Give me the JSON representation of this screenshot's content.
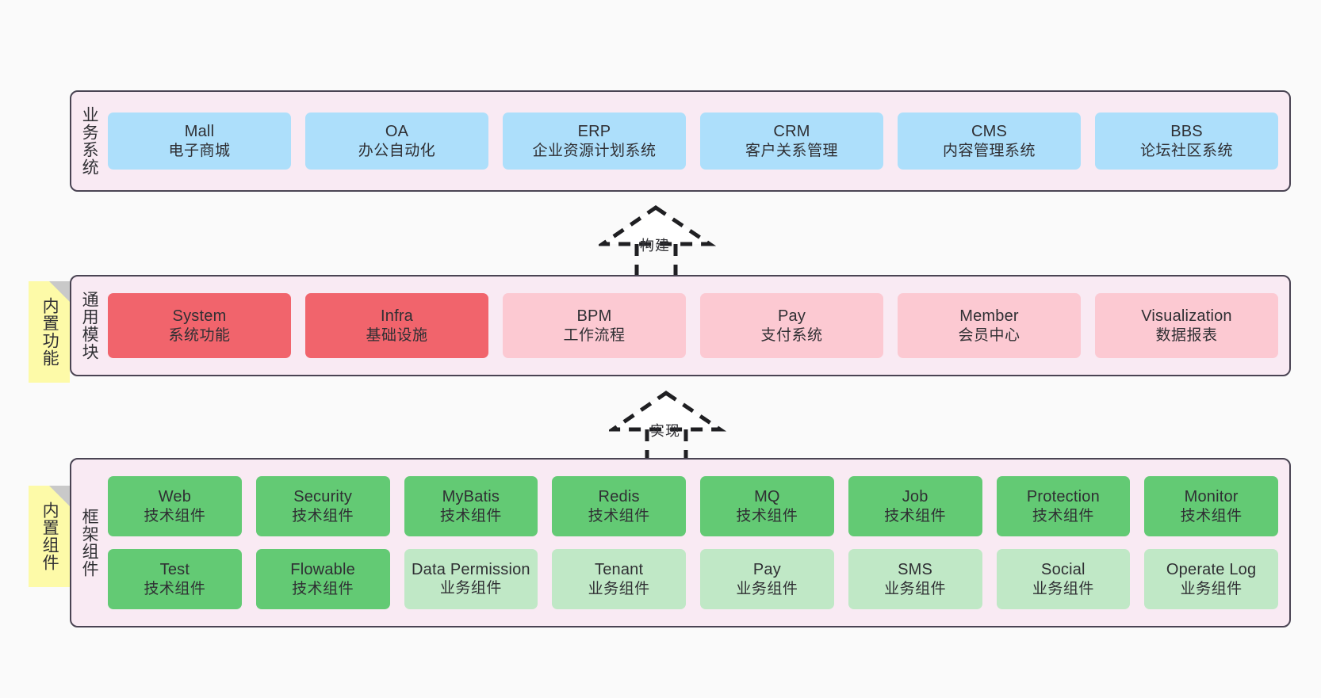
{
  "diagram": {
    "background": "#fafafa",
    "layer_fill": "#f9eaf3",
    "layer_border": "#4a4453",
    "note_fill": "#fdfaa8",
    "colors": {
      "business": "#addffb",
      "module_active": "#f1646c",
      "module_plain": "#fcc9d2",
      "tech_component": "#63ca74",
      "biz_component": "#c0e8c6"
    }
  },
  "layers": [
    {
      "id": "business-systems",
      "title": "业务系统",
      "note": null,
      "rows": [
        {
          "cards": [
            {
              "en": "Mall",
              "cn": "电子商城",
              "style": "c-blue"
            },
            {
              "en": "OA",
              "cn": "办公自动化",
              "style": "c-blue"
            },
            {
              "en": "ERP",
              "cn": "企业资源计划系统",
              "style": "c-blue"
            },
            {
              "en": "CRM",
              "cn": "客户关系管理",
              "style": "c-blue"
            },
            {
              "en": "CMS",
              "cn": "内容管理系统",
              "style": "c-blue"
            },
            {
              "en": "BBS",
              "cn": "论坛社区系统",
              "style": "c-blue"
            }
          ]
        }
      ]
    },
    {
      "id": "common-modules",
      "title": "通用模块",
      "note": "内置功能",
      "rows": [
        {
          "cards": [
            {
              "en": "System",
              "cn": "系统功能",
              "style": "c-red"
            },
            {
              "en": "Infra",
              "cn": "基础设施",
              "style": "c-red"
            },
            {
              "en": "BPM",
              "cn": "工作流程",
              "style": "c-pink"
            },
            {
              "en": "Pay",
              "cn": "支付系统",
              "style": "c-pink"
            },
            {
              "en": "Member",
              "cn": "会员中心",
              "style": "c-pink"
            },
            {
              "en": "Visualization",
              "cn": "数据报表",
              "style": "c-pink"
            }
          ]
        }
      ]
    },
    {
      "id": "framework-components",
      "title": "框架组件",
      "note": "内置组件",
      "rows": [
        {
          "cards": [
            {
              "en": "Web",
              "cn": "技术组件",
              "style": "c-green"
            },
            {
              "en": "Security",
              "cn": "技术组件",
              "style": "c-green"
            },
            {
              "en": "MyBatis",
              "cn": "技术组件",
              "style": "c-green"
            },
            {
              "en": "Redis",
              "cn": "技术组件",
              "style": "c-green"
            },
            {
              "en": "MQ",
              "cn": "技术组件",
              "style": "c-green"
            },
            {
              "en": "Job",
              "cn": "技术组件",
              "style": "c-green"
            },
            {
              "en": "Protection",
              "cn": "技术组件",
              "style": "c-green"
            },
            {
              "en": "Monitor",
              "cn": "技术组件",
              "style": "c-green"
            }
          ]
        },
        {
          "cards": [
            {
              "en": "Test",
              "cn": "技术组件",
              "style": "c-green"
            },
            {
              "en": "Flowable",
              "cn": "技术组件",
              "style": "c-green"
            },
            {
              "en": "Data Permission",
              "cn": "业务组件",
              "style": "c-green-light"
            },
            {
              "en": "Tenant",
              "cn": "业务组件",
              "style": "c-green-light"
            },
            {
              "en": "Pay",
              "cn": "业务组件",
              "style": "c-green-light"
            },
            {
              "en": "SMS",
              "cn": "业务组件",
              "style": "c-green-light"
            },
            {
              "en": "Social",
              "cn": "业务组件",
              "style": "c-green-light"
            },
            {
              "en": "Operate Log",
              "cn": "业务组件",
              "style": "c-green-light"
            }
          ]
        }
      ]
    }
  ],
  "connectors": [
    {
      "id": "connector-build",
      "label": "构建"
    },
    {
      "id": "connector-implement",
      "label": "实现"
    }
  ]
}
